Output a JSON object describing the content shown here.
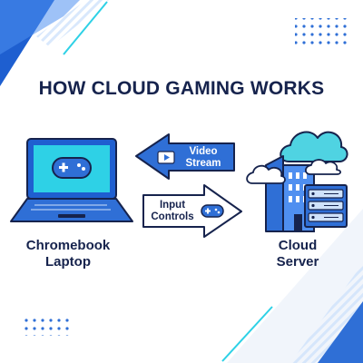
{
  "title": "HOW CLOUD GAMING WORKS",
  "arrows": {
    "video_stream": [
      "Video",
      "Stream"
    ],
    "input_controls": [
      "Input",
      "Controls"
    ]
  },
  "devices": {
    "laptop": [
      "Chromebook",
      "Laptop"
    ],
    "server": [
      "Cloud",
      "Server"
    ]
  },
  "icons": {
    "laptop": "gamepad-icon",
    "video_arrow": "play-icon",
    "input_arrow": "gamepad-icon",
    "server": "server-rack-icon",
    "clouds": "cloud-icon"
  },
  "colors": {
    "navy": "#16234d",
    "blue": "#2f6fd6",
    "screen": "#2ed1e6",
    "light_blue": "#cfe2fb",
    "teal_cloud": "#4fd3e2"
  }
}
